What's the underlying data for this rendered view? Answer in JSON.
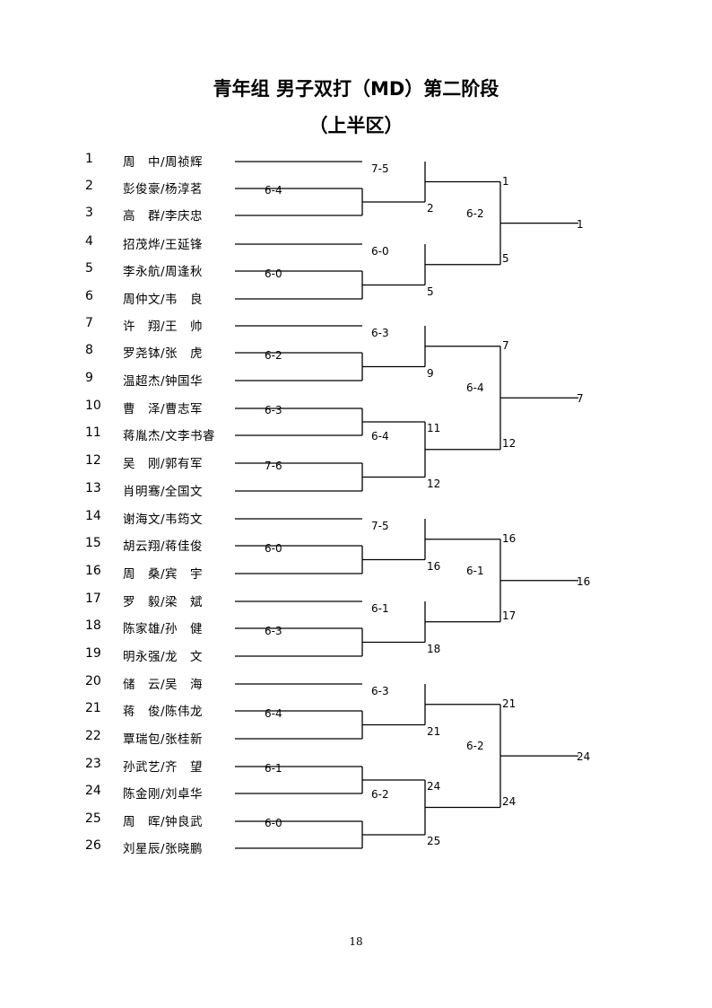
{
  "title": "青年组 男子双打（MD）第二阶段",
  "subtitle": "（上半区）",
  "page_number": "18",
  "players": [
    {
      "no": "1",
      "name": "周　中/周祯辉"
    },
    {
      "no": "2",
      "name": "彭俊豪/杨淳茗"
    },
    {
      "no": "3",
      "name": "高　群/李庆忠"
    },
    {
      "no": "4",
      "name": "招茂烨/王延锋"
    },
    {
      "no": "5",
      "name": "李永航/周逢秋"
    },
    {
      "no": "6",
      "name": "周仲文/韦　良"
    },
    {
      "no": "7",
      "name": "许　翔/王　帅"
    },
    {
      "no": "8",
      "name": "罗尧钵/张　虎"
    },
    {
      "no": "9",
      "name": "温超杰/钟国华"
    },
    {
      "no": "10",
      "name": "曹　泽/曹志军"
    },
    {
      "no": "11",
      "name": "蒋胤杰/文李书睿"
    },
    {
      "no": "12",
      "name": "吴　刚/郭有军"
    },
    {
      "no": "13",
      "name": "肖明骞/全国文"
    },
    {
      "no": "14",
      "name": "谢海文/韦筠文"
    },
    {
      "no": "15",
      "name": "胡云翔/蒋佳俊"
    },
    {
      "no": "16",
      "name": "周　桑/宾　宇"
    },
    {
      "no": "17",
      "name": "罗　毅/梁　斌"
    },
    {
      "no": "18",
      "name": "陈家雄/孙　健"
    },
    {
      "no": "19",
      "name": "明永强/龙　文"
    },
    {
      "no": "20",
      "name": "储　云/吴　海"
    },
    {
      "no": "21",
      "name": "蒋　俊/陈伟龙"
    },
    {
      "no": "22",
      "name": "覃瑞包/张桂新"
    },
    {
      "no": "23",
      "name": "孙武艺/齐　望"
    },
    {
      "no": "24",
      "name": "陈金刚/刘卓华"
    },
    {
      "no": "25",
      "name": "周　晖/钟良武"
    },
    {
      "no": "26",
      "name": "刘星辰/张晓鹏"
    }
  ],
  "round1": [
    {
      "score": "6-4",
      "winner": "2"
    },
    {
      "score": "6-0",
      "winner": "5"
    },
    {
      "score": "6-2",
      "winner": "9"
    },
    {
      "score": "6-3",
      "winner": "11"
    },
    {
      "score": "7-6",
      "winner": "12"
    },
    {
      "score": "6-0",
      "winner": "16"
    },
    {
      "score": "6-3",
      "winner": "18"
    },
    {
      "score": "6-4",
      "winner": "21"
    },
    {
      "score": "6-1",
      "winner": "24"
    },
    {
      "score": "6-0",
      "winner": "25"
    }
  ],
  "round2": [
    {
      "score": "7-5",
      "winner": "1"
    },
    {
      "score": "6-0",
      "winner": "5"
    },
    {
      "score": "6-3",
      "winner": "7"
    },
    {
      "score": "6-4",
      "winner": "12"
    },
    {
      "score": "7-5",
      "winner": "16"
    },
    {
      "score": "6-1",
      "winner": "17"
    },
    {
      "score": "6-3",
      "winner": "21"
    },
    {
      "score": "6-2",
      "winner": "24"
    }
  ],
  "round3": [
    {
      "score": "6-2",
      "winner": "1"
    },
    {
      "score": "6-4",
      "winner": "7"
    },
    {
      "score": "6-1",
      "winner": "16"
    },
    {
      "score": "6-2",
      "winner": "24"
    }
  ]
}
